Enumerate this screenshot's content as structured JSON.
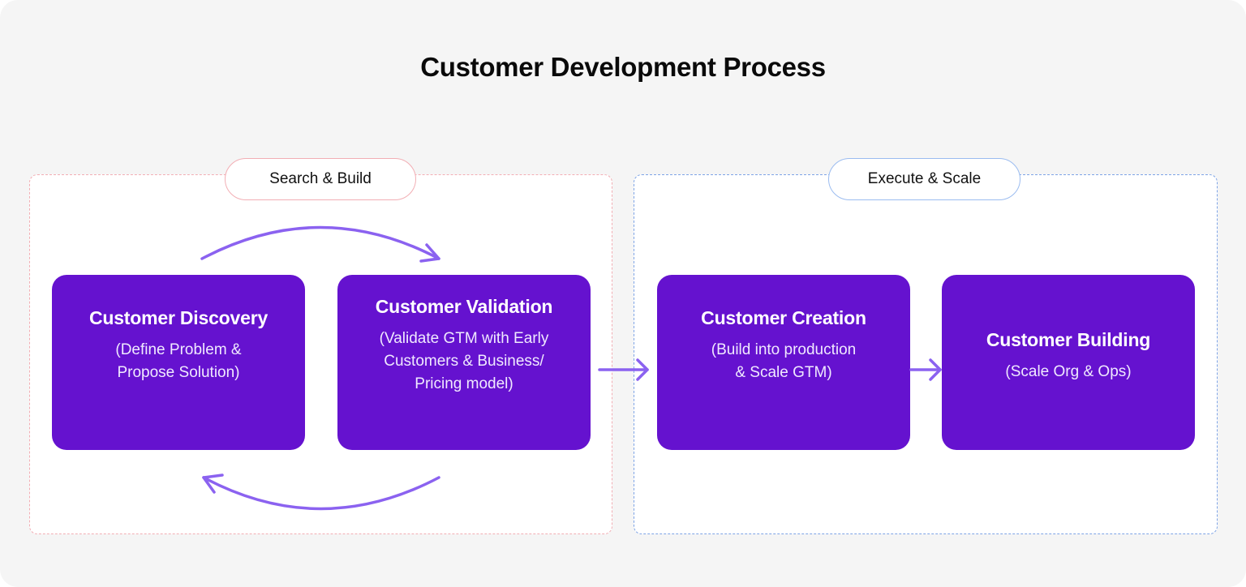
{
  "title": "Customer Development Process",
  "groups": [
    {
      "label": "Search & Build",
      "color": "#f2aeb4"
    },
    {
      "label": "Execute & Scale",
      "color": "#7ea4e6"
    }
  ],
  "stages": [
    {
      "title": "Customer Discovery",
      "desc_lines": [
        "(Define Problem &",
        "Propose Solution)"
      ]
    },
    {
      "title": "Customer Validation",
      "desc_lines": [
        "(Validate GTM with Early",
        "Customers & Business/",
        "Pricing model)"
      ]
    },
    {
      "title": "Customer Creation",
      "desc_lines": [
        "(Build into production",
        "& Scale GTM)"
      ]
    },
    {
      "title": "Customer Building",
      "desc_lines": [
        "(Scale Org & Ops)"
      ]
    }
  ],
  "colors": {
    "stage_fill": "#6512cf",
    "arrow": "#8b62f0",
    "background": "#f5f5f5"
  }
}
